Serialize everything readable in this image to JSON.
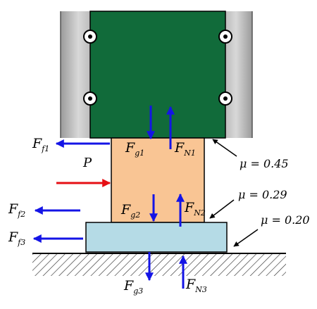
{
  "colors": {
    "top_block": "#116b3a",
    "middle_block": "#f9c594",
    "bottom_block": "#b5dbe6",
    "side_plate": "#c6c6c6",
    "force_arrow": "#1414e6",
    "push_arrow": "#e60f14",
    "ground_hatch": "#333333"
  },
  "labels": {
    "ff1": {
      "main": "F",
      "sub": "f1"
    },
    "ff2": {
      "main": "F",
      "sub": "f2"
    },
    "ff3": {
      "main": "F",
      "sub": "f3"
    },
    "fg1": {
      "main": "F",
      "sub": "g1"
    },
    "fg2": {
      "main": "F",
      "sub": "g2"
    },
    "fg3": {
      "main": "F",
      "sub": "g3"
    },
    "fn1": {
      "main": "F",
      "sub": "N1"
    },
    "fn2": {
      "main": "F",
      "sub": "N2"
    },
    "fn3": {
      "main": "F",
      "sub": "N3"
    },
    "push": "P"
  },
  "friction": {
    "mu1": "μ = 0.45",
    "mu2": "μ = 0.29",
    "mu3": "μ = 0.20"
  }
}
